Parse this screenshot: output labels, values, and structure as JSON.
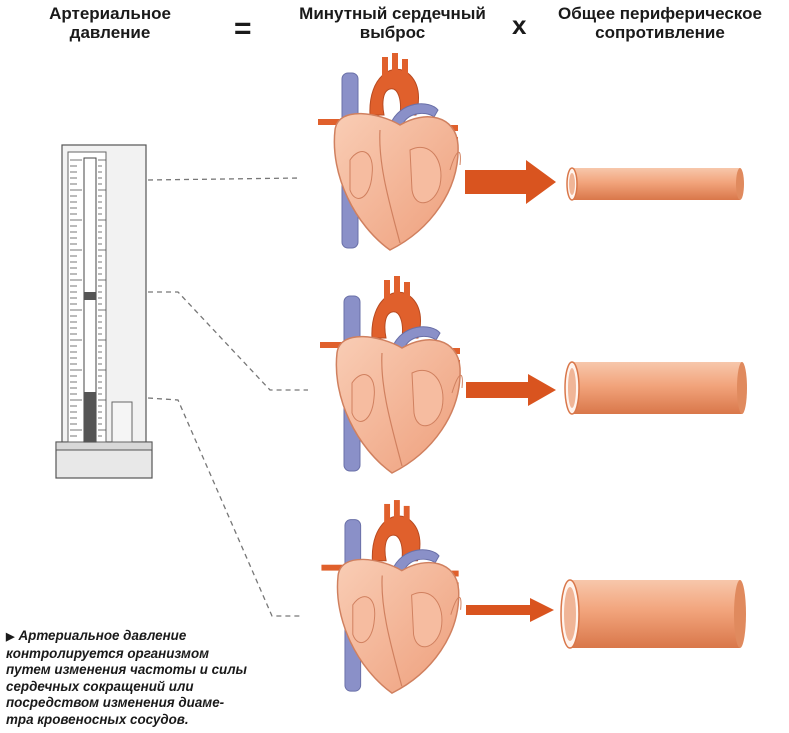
{
  "header": {
    "bp_line1": "Артериальное",
    "bp_line2": "давление",
    "equals": "=",
    "co_line1": "Минутный сердечный",
    "co_line2": "выброс",
    "times": "x",
    "pr_line1": "Общее периферическое",
    "pr_line2": "сопротивление"
  },
  "caption": {
    "marker": "▶",
    "lines": [
      "Артериальное давление",
      "контролируется организмом",
      "путем изменения частоты и силы",
      "сердечных сокращений или",
      "посредством изменения диаме-",
      "тра кровеносных сосудов."
    ]
  },
  "colors": {
    "heart": "#f3b090",
    "heart_outline": "#d0805f",
    "aorta": "#e0602c",
    "vein": "#8a90c8",
    "arrow": "#d9541f",
    "vessel": "#f2a47c",
    "gauge_mercury": "#555555"
  },
  "rows": [
    {
      "name": "top",
      "arrow_strength": "large",
      "vessel": "narrow"
    },
    {
      "name": "middle",
      "arrow_strength": "medium",
      "vessel": "medium"
    },
    {
      "name": "bottom",
      "arrow_strength": "small",
      "vessel": "wide"
    }
  ]
}
